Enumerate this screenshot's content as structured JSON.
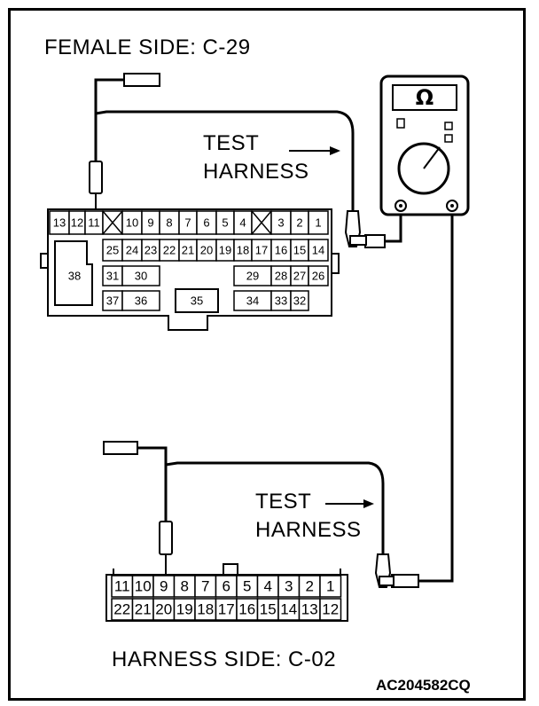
{
  "top_connector": {
    "title": "FEMALE SIDE: C-29",
    "row1": [
      "13",
      "12",
      "11",
      "10",
      "9",
      "8",
      "7",
      "6",
      "5",
      "4",
      "3",
      "2",
      "1"
    ],
    "row2": [
      "25",
      "24",
      "23",
      "22",
      "21",
      "20",
      "19",
      "18",
      "17",
      "16",
      "15",
      "14"
    ],
    "row3": [
      "31",
      "30",
      "29",
      "28",
      "27",
      "26"
    ],
    "row4": [
      "37",
      "36",
      "35",
      "34",
      "33",
      "32"
    ],
    "large": "38"
  },
  "bottom_connector": {
    "title": "HARNESS SIDE: C-02",
    "row1": [
      "11",
      "10",
      "9",
      "8",
      "7",
      "6",
      "5",
      "4",
      "3",
      "2",
      "1"
    ],
    "row2": [
      "22",
      "21",
      "20",
      "19",
      "18",
      "17",
      "16",
      "15",
      "14",
      "13",
      "12"
    ]
  },
  "test_harness_top": {
    "line1": "TEST",
    "line2": "HARNESS"
  },
  "test_harness_bottom": {
    "line1": "TEST",
    "line2": "HARNESS"
  },
  "meter": {
    "symbol": "Ω",
    "icon": "ohmmeter-icon"
  },
  "figure_code": "AC204582CQ"
}
